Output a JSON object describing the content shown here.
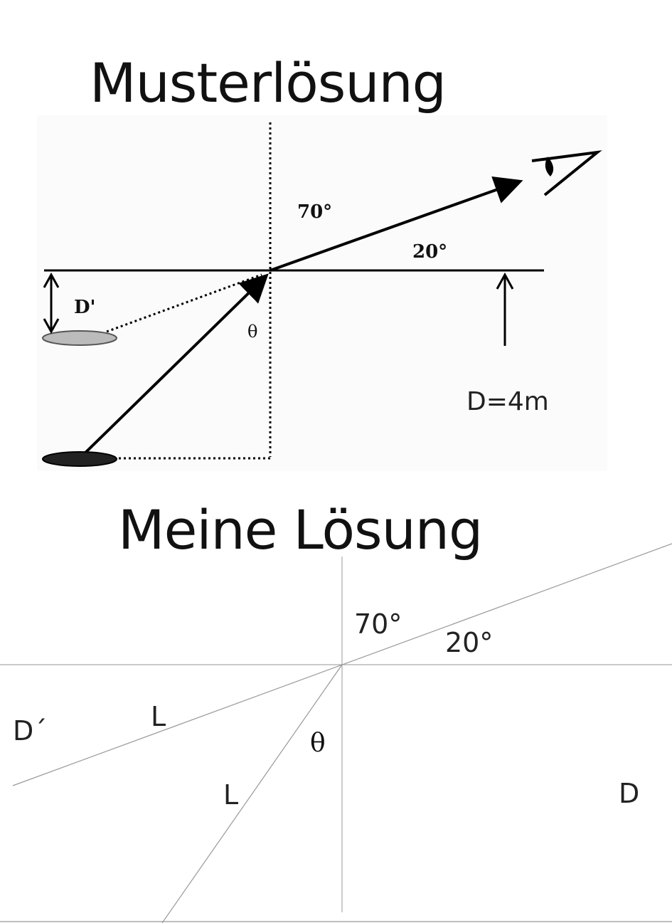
{
  "titles": {
    "sample_solution": "Musterlösung",
    "my_solution": "Meine Lösung"
  },
  "sample_figure": {
    "angle_top": "70°",
    "angle_surface": "20°",
    "apparent_depth_label": "D'",
    "theta_label": "θ",
    "depth_label": "D=4m"
  },
  "my_figure": {
    "angle_top": "70°",
    "angle_surface": "20°",
    "apparent_depth_label": "D´",
    "length_label_upper": "L",
    "length_label_lower": "L",
    "theta_label": "θ",
    "depth_label": "D"
  }
}
